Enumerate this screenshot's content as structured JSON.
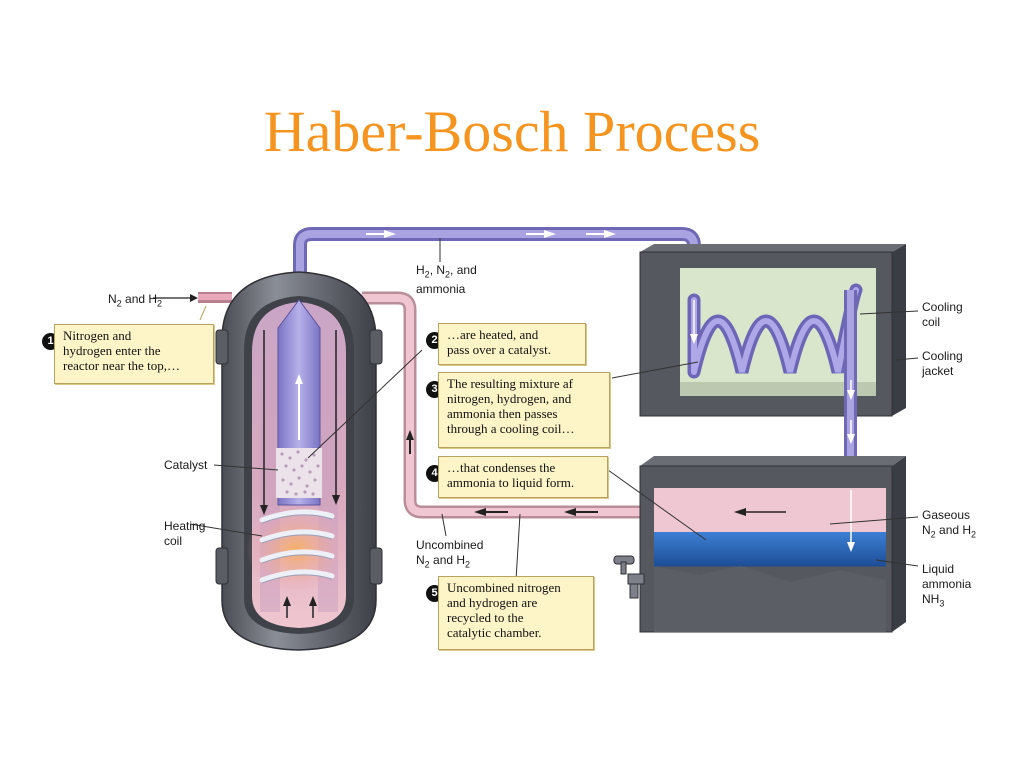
{
  "title": "Haber-Bosch Process",
  "labels": {
    "feed": {
      "a": "N",
      "a_sub": "2",
      "b": " and H",
      "b_sub": "2"
    },
    "top_pipe": {
      "a": "H",
      "a_sub": "2",
      "b": ", N",
      "b_sub": "2",
      "c": ", and",
      "line2": "ammonia"
    },
    "catalyst": "Catalyst",
    "heating_coil": {
      "line1": "Heating",
      "line2": "coil"
    },
    "uncombined": {
      "line1": "Uncombined",
      "a": "N",
      "a_sub": "2",
      "b": " and H",
      "b_sub": "2"
    },
    "cooling_coil": {
      "line1": "Cooling",
      "line2": "coil"
    },
    "cooling_jacket": {
      "line1": "Cooling",
      "line2": "jacket"
    },
    "gaseous": {
      "line1": "Gaseous",
      "a": "N",
      "a_sub": "2",
      "b": " and H",
      "b_sub": "2"
    },
    "liquid": {
      "line1": "Liquid",
      "line2": "ammonia",
      "a": "NH",
      "a_sub": "3"
    }
  },
  "steps": [
    {
      "number": "1",
      "lines": [
        "Nitrogen and",
        "hydrogen enter the",
        "reactor near the top,…"
      ]
    },
    {
      "number": "2",
      "lines": [
        "…are heated, and",
        "pass over a catalyst."
      ]
    },
    {
      "number": "3",
      "lines": [
        "The resulting mixture af",
        "nitrogen, hydrogen, and",
        "ammonia then passes",
        "through a cooling coil…"
      ]
    },
    {
      "number": "4",
      "lines": [
        "…that condenses the",
        "ammonia to liquid form."
      ]
    },
    {
      "number": "5",
      "lines": [
        "Uncombined nitrogen",
        "and hydrogen are",
        "recycled to the",
        "catalytic chamber."
      ]
    }
  ],
  "colors": {
    "title": "#f5951f",
    "note_fill": "#fdf4c7",
    "reactor_shell": "#5c5f66",
    "gas_pipe": "#9b93d6",
    "recycle_pipe": "#e6b9c6",
    "liquid_ammonia": "#2f6fc6"
  }
}
